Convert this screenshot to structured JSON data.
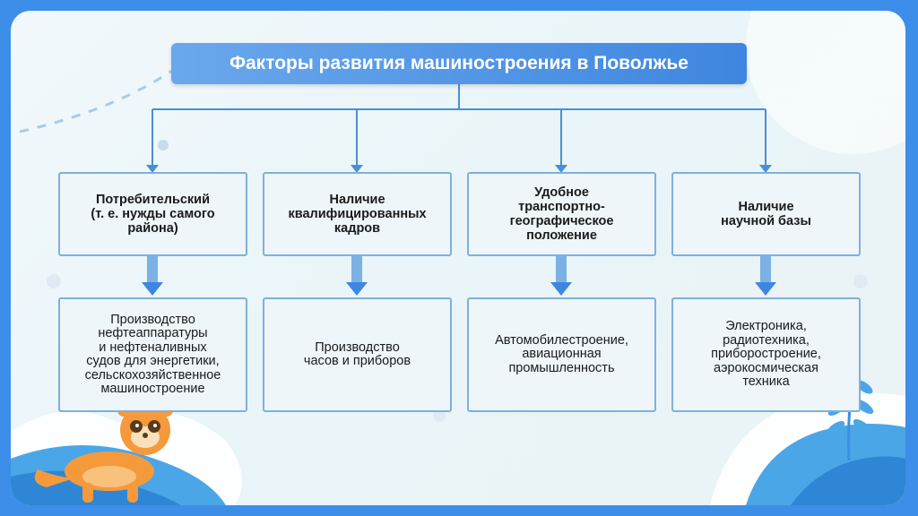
{
  "title": "Факторы развития машиностроения в Поволжье",
  "factors": [
    {
      "lines": [
        "Потребительский",
        "(т. е. нужды самого",
        "района)"
      ]
    },
    {
      "lines": [
        "Наличие",
        "квалифицированных",
        "кадров"
      ]
    },
    {
      "lines": [
        "Удобное",
        "транспортно-",
        "географическое",
        "положение"
      ]
    },
    {
      "lines": [
        "Наличие",
        "научной базы"
      ]
    }
  ],
  "results": [
    {
      "lines": [
        "Производство",
        "нефтеаппаратуры",
        "и нефтеналивных",
        "судов для энергетики,",
        "сельскохозяйственное",
        "машиностроение"
      ]
    },
    {
      "lines": [
        "Производство",
        "часов и приборов"
      ]
    },
    {
      "lines": [
        "Автомобилестроение,",
        "авиационная",
        "промышленность"
      ]
    },
    {
      "lines": [
        "Электроника,",
        "радиотехника,",
        "приборостроение,",
        "аэрокосмическая",
        "техника"
      ]
    }
  ],
  "colors": {
    "accent": "#3f86e0",
    "frame": "#3d8ee8",
    "box_border": "#7fb0dc",
    "arrow": "#4a8fd6",
    "mascot": "#f59a3c"
  },
  "icons": [
    "ferret-mascot",
    "leaf-plant"
  ]
}
